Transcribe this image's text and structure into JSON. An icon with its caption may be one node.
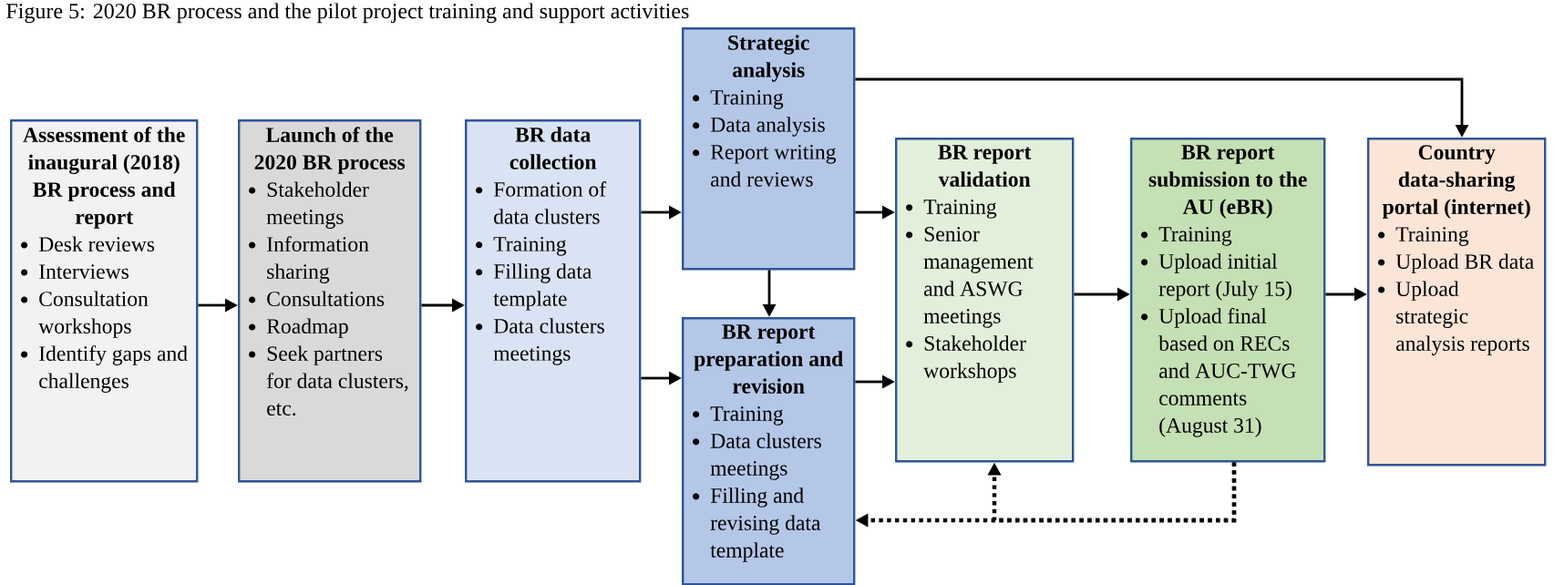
{
  "diagram": {
    "title": "Figure 5: 2020 BR process and the pilot project training and support activities",
    "nodes": [
      {
        "text": [
          "Assessment of the inaugural (2018) BR process and report",
          "Desk reviews",
          "Interviews",
          "Consultation workshops",
          "Identify gaps and challenges"
        ]
      },
      {
        "text": [
          "Launch of the 2020 BR process",
          "Stakeholder meetings",
          "Information sharing",
          "Consultations",
          "Roadmap",
          "Seek partners for data clusters, etc."
        ]
      },
      {
        "text": [
          "BR data collection",
          "Formation of data clusters",
          "Training",
          "Filling data template",
          "Data clusters meetings"
        ]
      },
      {
        "text": [
          "Strategic analysis",
          "Training",
          "Data analysis",
          "Report writing and reviews"
        ]
      },
      {
        "text": [
          "BR report preparation and revision",
          "Training",
          "Data clusters meetings",
          "Filling and revising data template"
        ]
      },
      {
        "text": [
          "BR report validation",
          "Training",
          "Senior management and ASWG meetings",
          "Stakeholder workshops"
        ]
      },
      {
        "text": [
          "BR report submission to the AU (eBR)",
          "Training",
          "Upload initial report (July 15)",
          "Upload final based on RECs and AUC-TWG comments (August 31)"
        ]
      },
      {
        "text": [
          "Country data-sharing portal (internet)",
          "Training",
          "Upload BR data",
          "Upload strategic analysis reports"
        ]
      }
    ],
    "edges": [
      {
        "from": 0,
        "to": 1,
        "arrow": "to"
      },
      {
        "from": 1,
        "to": 2,
        "arrow": "to"
      },
      {
        "from": 2,
        "to": 3,
        "arrow": "to"
      },
      {
        "from": 2,
        "to": 4,
        "arrow": "to"
      },
      {
        "from": 3,
        "to": 4,
        "arrow": "to"
      },
      {
        "from": 3,
        "to": 5,
        "arrow": "to"
      },
      {
        "from": 4,
        "to": 5,
        "arrow": "to"
      },
      {
        "from": 5,
        "to": 6,
        "arrow": "to"
      },
      {
        "from": 6,
        "to": 7,
        "arrow": "to"
      },
      {
        "from": 3,
        "to": 7,
        "arrow": "to"
      },
      {
        "from": 6,
        "to": 4,
        "arrow": "to",
        "style": "dashed"
      },
      {
        "from": 6,
        "to": 5,
        "arrow": "to",
        "style": "dashed"
      }
    ]
  }
}
